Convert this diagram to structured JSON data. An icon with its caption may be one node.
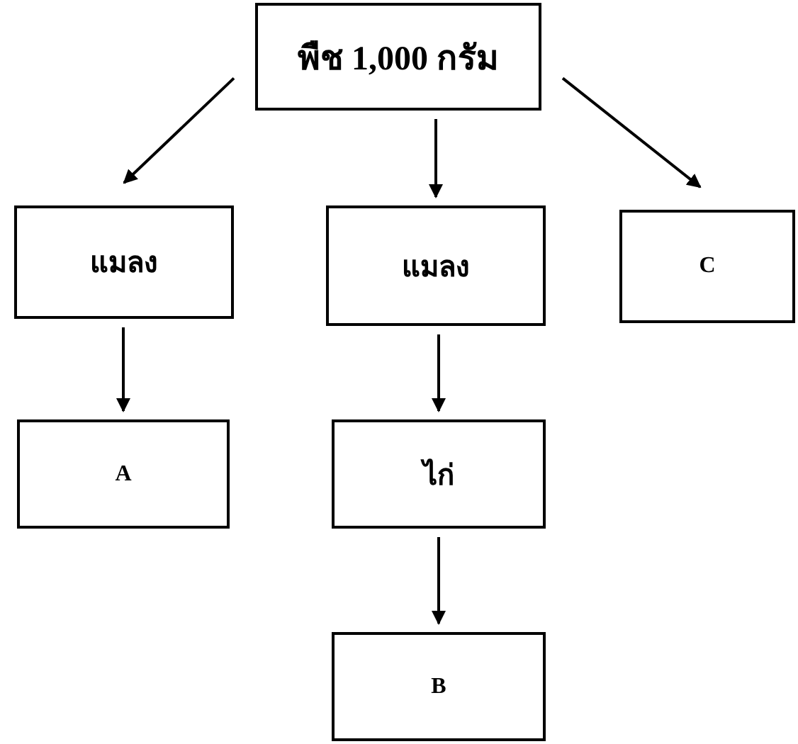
{
  "diagram": {
    "nodes": [
      {
        "text": [
          "พืช 1,000 กรัม"
        ]
      },
      {
        "text": [
          "แมลง"
        ]
      },
      {
        "text": [
          "แมลง"
        ]
      },
      {
        "text": [
          "C"
        ]
      },
      {
        "text": [
          "A"
        ]
      },
      {
        "text": [
          "ไก่"
        ]
      },
      {
        "text": [
          "B"
        ]
      }
    ],
    "edges": [
      {
        "from": 0,
        "to": 1,
        "arrow": "to"
      },
      {
        "from": 0,
        "to": 2,
        "arrow": "to"
      },
      {
        "from": 0,
        "to": 3,
        "arrow": "to"
      },
      {
        "from": 1,
        "to": 4,
        "arrow": "to"
      },
      {
        "from": 2,
        "to": 5,
        "arrow": "to"
      },
      {
        "from": 5,
        "to": 6,
        "arrow": "to"
      }
    ]
  }
}
